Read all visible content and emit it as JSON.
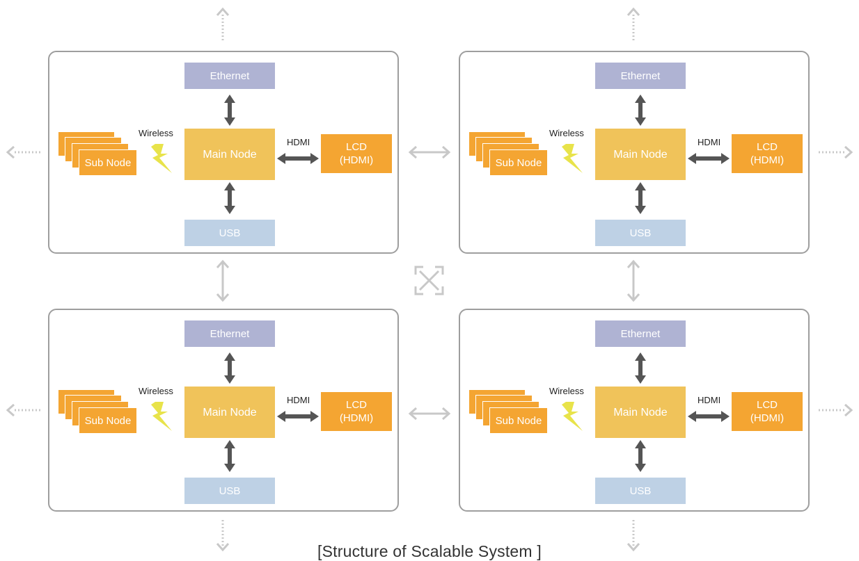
{
  "clusters": [
    {
      "ethernet": "Ethernet",
      "main_node": "Main Node",
      "sub_node": "Sub Node",
      "usb": "USB",
      "lcd_line1": "LCD",
      "lcd_line2": "(HDMI)",
      "wireless": "Wireless",
      "hdmi": "HDMI"
    },
    {
      "ethernet": "Ethernet",
      "main_node": "Main Node",
      "sub_node": "Sub Node",
      "usb": "USB",
      "lcd_line1": "LCD",
      "lcd_line2": "(HDMI)",
      "wireless": "Wireless",
      "hdmi": "HDMI"
    },
    {
      "ethernet": "Ethernet",
      "main_node": "Main Node",
      "sub_node": "Sub Node",
      "usb": "USB",
      "lcd_line1": "LCD",
      "lcd_line2": "(HDMI)",
      "wireless": "Wireless",
      "hdmi": "HDMI"
    },
    {
      "ethernet": "Ethernet",
      "main_node": "Main Node",
      "sub_node": "Sub Node",
      "usb": "USB",
      "lcd_line1": "LCD",
      "lcd_line2": "(HDMI)",
      "wireless": "Wireless",
      "hdmi": "HDMI"
    }
  ],
  "caption": "[Structure of Scalable System ]",
  "colors": {
    "ethernet": "#afb3d3",
    "usb": "#bed1e5",
    "main_node": "#f0c35a",
    "lcd": "#f4a532",
    "sub_node": "#f4a532",
    "wireless_bolt": "#e8e34a",
    "link_arrow": "#555555",
    "expansion_arrow": "#c8c8c8",
    "cluster_border": "#9e9e9e"
  },
  "icons": {
    "wireless": "lightning-bolt-icon",
    "center": "expand-arrows-icon"
  }
}
